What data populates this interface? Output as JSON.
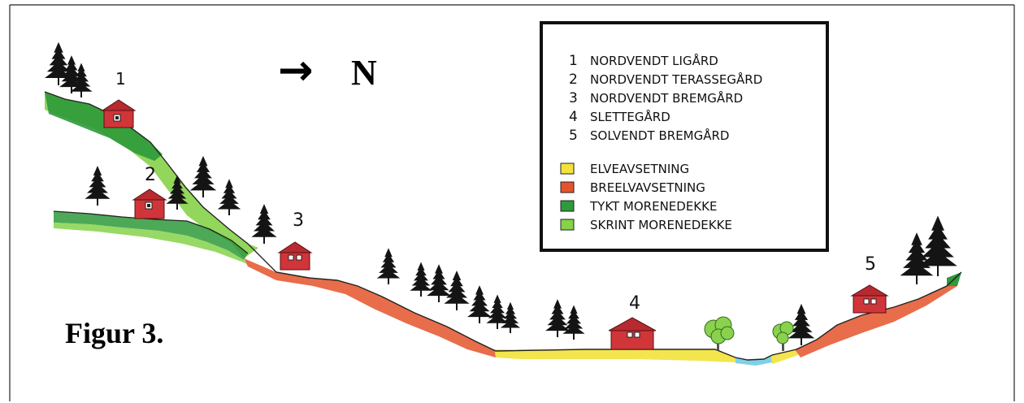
{
  "figure": {
    "caption": "Figur 3.",
    "direction_arrow": "→",
    "direction_label": "N"
  },
  "site_numbers": [
    "1",
    "2",
    "3",
    "4",
    "5"
  ],
  "legend": {
    "farm_types": [
      {
        "num": "1",
        "label": "NORDVENDT LIGÅRD"
      },
      {
        "num": "2",
        "label": "NORDVENDT TERASSEGÅRD"
      },
      {
        "num": "3",
        "label": "NORDVENDT BREMGÅRD"
      },
      {
        "num": "4",
        "label": "SLETTEGÅRD"
      },
      {
        "num": "5",
        "label": "SOLVENDT BREMGÅRD"
      }
    ],
    "deposits": [
      {
        "label": "ELVEAVSETNING",
        "color": "#f2e23a"
      },
      {
        "label": "BREELVAVSETNING",
        "color": "#e4542c"
      },
      {
        "label": "TYKT MORENEDEKKE",
        "color": "#2e9a3a"
      },
      {
        "label": "SKRINT MORENEDEKKE",
        "color": "#86d24a"
      }
    ]
  },
  "colors": {
    "house_red": "#d0353a",
    "tree_dark": "#141414",
    "river": "#7fd0e8",
    "frame": "#111111"
  }
}
